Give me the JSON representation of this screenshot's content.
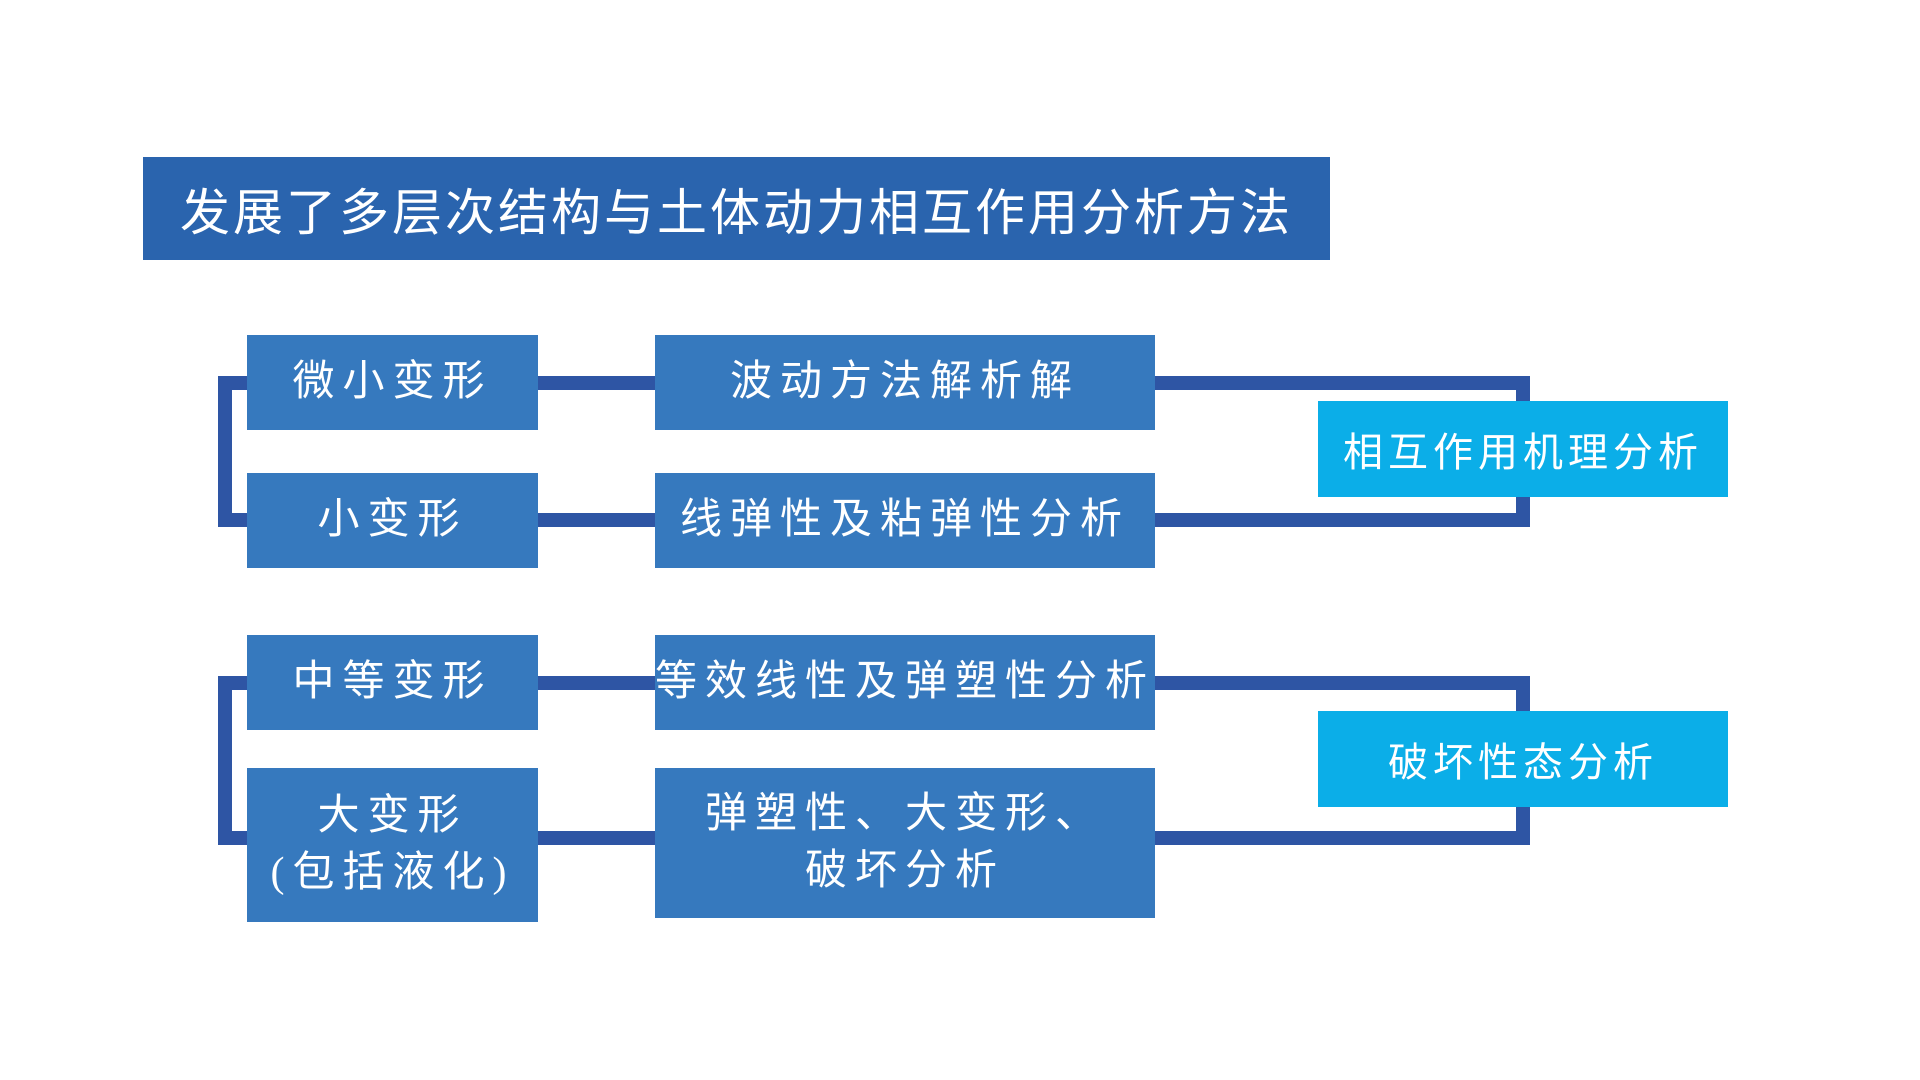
{
  "title": {
    "text": "发展了多层次结构与土体动力相互作用分析方法"
  },
  "colors": {
    "background": "#FFFFFF",
    "title_bg": "#2A64AE",
    "box_bg": "#3679BE",
    "accent_bg": "#0BAEE8",
    "connector": "#2E55A4",
    "text": "#FFFFFF"
  },
  "groups": [
    {
      "name": "interaction-mechanism",
      "result_label": "相互作用机理分析",
      "rows": [
        {
          "level": "微小变形",
          "method": "波动方法解析解"
        },
        {
          "level": "小变形",
          "method": "线弹性及粘弹性分析"
        }
      ]
    },
    {
      "name": "failure-behavior",
      "result_label": "破坏性态分析",
      "rows": [
        {
          "level": "中等变形",
          "method": "等效线性及弹塑性分析"
        },
        {
          "level": "大变形\n(包括液化)",
          "method": "弹塑性、大变形、\n破坏分析"
        }
      ]
    }
  ]
}
